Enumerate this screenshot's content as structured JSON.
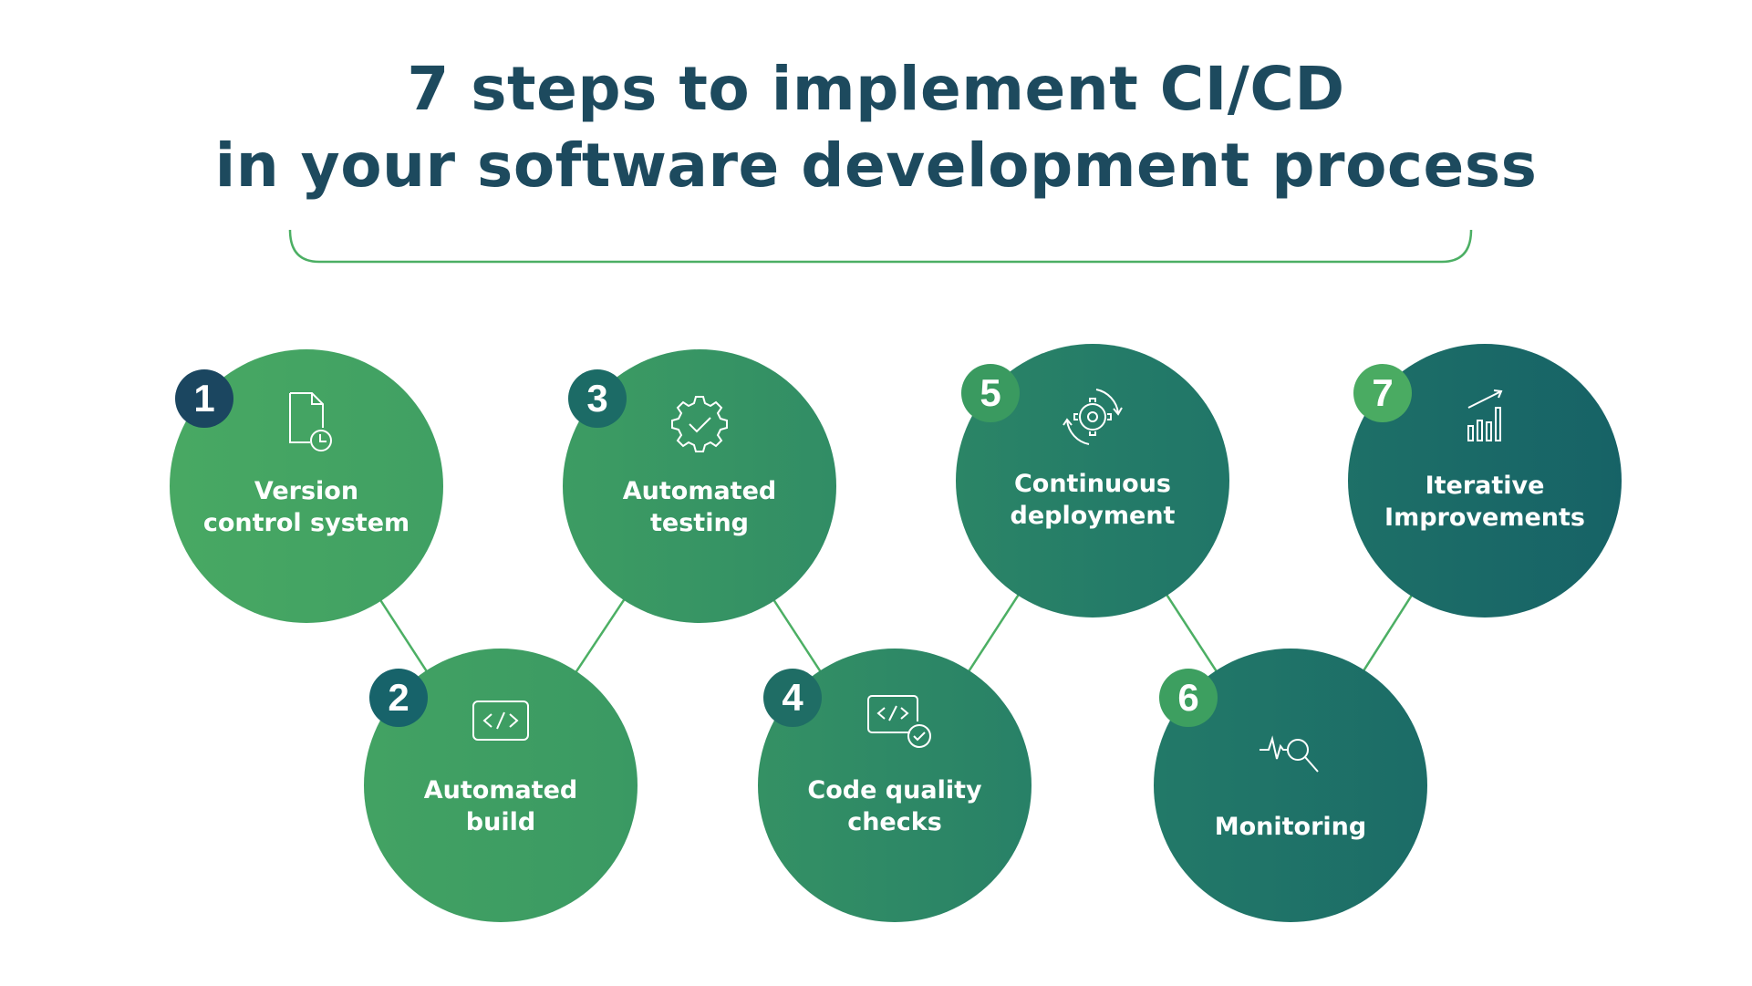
{
  "title": {
    "line1": "7 steps to implement CI/CD",
    "line2": "in your software development process"
  },
  "colors": {
    "title": "#1d4a5e",
    "accent_line": "#4caf64",
    "gradient_start": "#4dae63",
    "gradient_end": "#135c66"
  },
  "steps": [
    {
      "number": "1",
      "label1": "Version",
      "label2": "control system",
      "icon": "file-history-icon",
      "badge_color": "#1b4660"
    },
    {
      "number": "2",
      "label1": "Automated",
      "label2": "build",
      "icon": "code-brackets-icon",
      "badge_color": "#17636a"
    },
    {
      "number": "3",
      "label1": "Automated",
      "label2": "testing",
      "icon": "gear-check-icon",
      "badge_color": "#1c6b66"
    },
    {
      "number": "4",
      "label1": "Code quality",
      "label2": "checks",
      "icon": "code-check-icon",
      "badge_color": "#1f6d65"
    },
    {
      "number": "5",
      "label1": "Continuous",
      "label2": "deployment",
      "icon": "gear-cycle-icon",
      "badge_color": "#3a9a60"
    },
    {
      "number": "6",
      "label1": "Monitoring",
      "label2": "",
      "icon": "pulse-search-icon",
      "badge_color": "#3d9f60"
    },
    {
      "number": "7",
      "label1": "Iterative",
      "label2": "Improvements",
      "icon": "bar-chart-up-icon",
      "badge_color": "#4aab62"
    }
  ]
}
